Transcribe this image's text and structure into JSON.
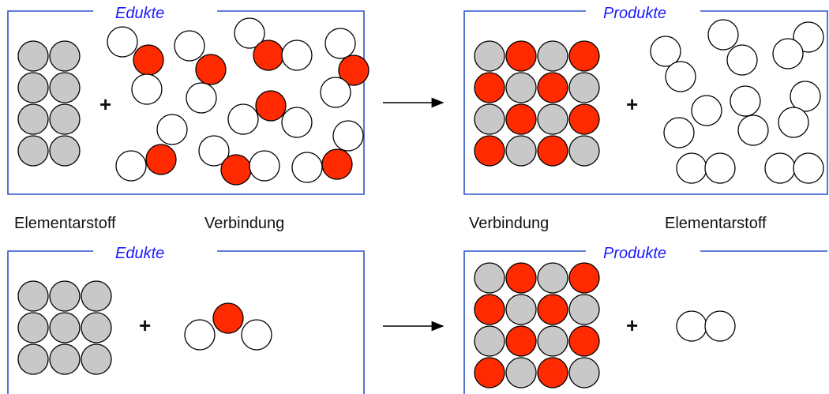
{
  "colors": {
    "frame": "#2f52c8",
    "title": "#1a1aff",
    "grey_atom": "#c8c8c8",
    "red_atom": "#ff2a00",
    "white_atom": "#ffffff"
  },
  "top": {
    "reactants_title": "Edukte",
    "products_title": "Produkte",
    "plus_left": "+",
    "plus_right": "+",
    "arrow": "reaction-arrow",
    "labels": {
      "reactant_1": "Elementarstoff",
      "reactant_2": "Verbindung",
      "product_1": "Verbindung",
      "product_2": "Elementarstoff"
    }
  },
  "bottom": {
    "reactants_title": "Edukte",
    "products_title": "Produkte",
    "plus_left": "+",
    "plus_right": "+",
    "arrow": "reaction-arrow"
  }
}
